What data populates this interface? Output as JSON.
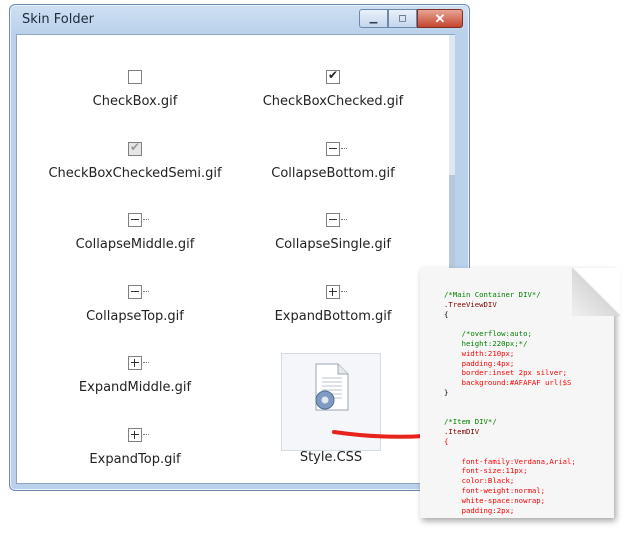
{
  "window": {
    "title": "Skin Folder",
    "minimize_glyph": "▁",
    "maximize_glyph": "◻",
    "close_glyph": "✕"
  },
  "files": [
    {
      "name": "CheckBox.gif",
      "icon": "checkbox-empty-icon"
    },
    {
      "name": "CheckBoxChecked.gif",
      "icon": "checkbox-checked-icon"
    },
    {
      "name": "CheckBoxCheckedSemi.gif",
      "icon": "checkbox-semi-icon"
    },
    {
      "name": "CollapseBottom.gif",
      "icon": "collapse-bottom-icon"
    },
    {
      "name": "CollapseMiddle.gif",
      "icon": "collapse-middle-icon"
    },
    {
      "name": "CollapseSingle.gif",
      "icon": "collapse-single-icon"
    },
    {
      "name": "CollapseTop.gif",
      "icon": "collapse-top-icon"
    },
    {
      "name": "ExpandBottom.gif",
      "icon": "expand-bottom-icon"
    },
    {
      "name": "ExpandMiddle.gif",
      "icon": "expand-middle-icon"
    },
    {
      "name": "Style.CSS",
      "icon": "css-document-icon"
    },
    {
      "name": "ExpandTop.gif",
      "icon": "expand-top-icon"
    }
  ],
  "checkmark": "✔",
  "css_preview": {
    "lines": [
      {
        "text": "/*Main Container DIV*/",
        "cls": "cmt"
      },
      {
        "text": ".TreeViewDIV",
        "cls": "sel"
      },
      {
        "text": "{",
        "cls": "brace"
      },
      {
        "text": "",
        "cls": "brace"
      },
      {
        "text": "    /*overflow:auto;",
        "cls": "cmt"
      },
      {
        "text": "    height:220px;*/",
        "cls": "cmt"
      },
      {
        "text": "    width:210px;",
        "cls": "prop"
      },
      {
        "text": "    padding:4px;",
        "cls": "prop"
      },
      {
        "text": "    border:inset 2px silver;",
        "cls": "prop"
      },
      {
        "text": "    background:#AFAFAF url($S",
        "cls": "prop"
      },
      {
        "text": "}",
        "cls": "brace"
      },
      {
        "text": "",
        "cls": "brace"
      },
      {
        "text": "",
        "cls": "brace"
      },
      {
        "text": "/*Item DIV*/",
        "cls": "cmt"
      },
      {
        "text": ".ItemDIV",
        "cls": "sel"
      },
      {
        "text": "{",
        "cls": "prop"
      },
      {
        "text": "",
        "cls": "brace"
      },
      {
        "text": "    font-family:Verdana,Arial;",
        "cls": "prop"
      },
      {
        "text": "    font-size:11px;",
        "cls": "prop"
      },
      {
        "text": "    color:Black;",
        "cls": "prop"
      },
      {
        "text": "    font-weight:normal;",
        "cls": "prop"
      },
      {
        "text": "    white-space:nowrap;",
        "cls": "prop"
      },
      {
        "text": "    padding:2px;",
        "cls": "prop"
      }
    ]
  },
  "colors": {
    "arrow": "#e8231c",
    "window_frame": "#b9d1ea"
  }
}
